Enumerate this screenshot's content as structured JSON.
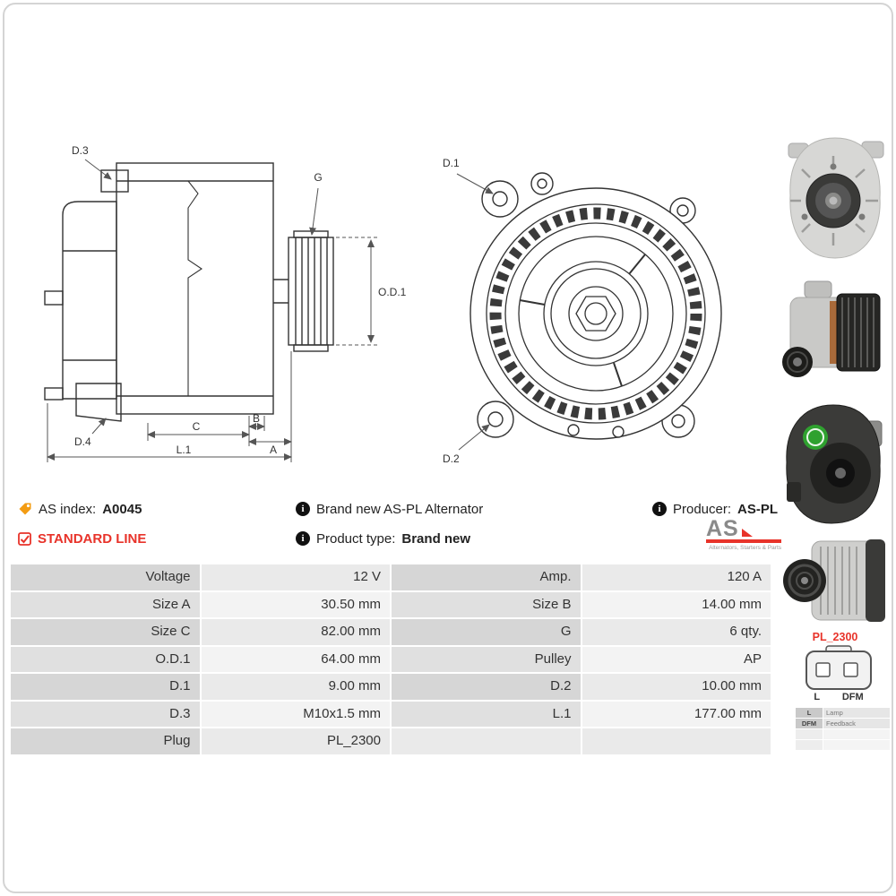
{
  "product": {
    "as_index_label": "AS index:",
    "as_index_value": "A0045",
    "line_badge": "STANDARD LINE",
    "description": "Brand new AS-PL Alternator",
    "product_type_label": "Product type:",
    "product_type_value": "Brand new",
    "producer_label": "Producer:",
    "producer_value": "AS-PL"
  },
  "logo": {
    "text": "AS",
    "tagline": "Alternators, Starters & Parts"
  },
  "drawings": {
    "side_view": {
      "d3": "D.3",
      "g": "G",
      "od1": "O.D.1",
      "d4": "D.4",
      "c": "C",
      "b": "B",
      "a": "A",
      "l1": "L.1"
    },
    "front_view": {
      "d1": "D.1",
      "d2": "D.2"
    }
  },
  "plug": {
    "label": "PL_2300",
    "pin_left": "L",
    "pin_right": "DFM"
  },
  "legend": {
    "rows": [
      {
        "key": "L",
        "desc": "Lamp"
      },
      {
        "key": "DFM",
        "desc": "Feedback"
      }
    ]
  },
  "spec_table": {
    "rows": [
      {
        "l1": "Voltage",
        "v1": "12 V",
        "l2": "Amp.",
        "v2": "120 A"
      },
      {
        "l1": "Size A",
        "v1": "30.50 mm",
        "l2": "Size B",
        "v2": "14.00 mm"
      },
      {
        "l1": "Size C",
        "v1": "82.00 mm",
        "l2": "G",
        "v2": "6 qty."
      },
      {
        "l1": "O.D.1",
        "v1": "64.00 mm",
        "l2": "Pulley",
        "v2": "AP"
      },
      {
        "l1": "D.1",
        "v1": "9.00 mm",
        "l2": "D.2",
        "v2": "10.00 mm"
      },
      {
        "l1": "D.3",
        "v1": "M10x1.5 mm",
        "l2": "L.1",
        "v2": "177.00 mm"
      },
      {
        "l1": "Plug",
        "v1": "PL_2300",
        "l2": "",
        "v2": ""
      }
    ]
  },
  "colors": {
    "accent_red": "#e8332a",
    "table_label_bg": "#d6d6d6",
    "table_value_bg": "#eaeaea"
  }
}
